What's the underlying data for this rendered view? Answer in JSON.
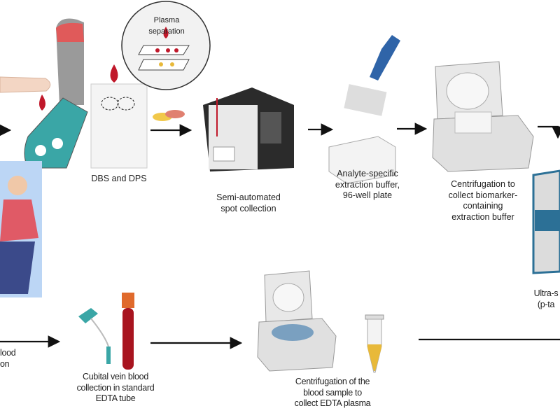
{
  "top_row": {
    "plasma_separation": "Plasma separation",
    "dbs_dps": "DBS and DPS",
    "spot_collection": "Semi-automated\nspot collection",
    "extraction_buffer": "Analyte-specific\nextraction buffer,\n96-well plate",
    "centrifugation": "Centrifugation to\ncollect biomarker-\ncontaining\nextraction buffer"
  },
  "bottom_row": {
    "venous_partial": "lood\non",
    "cubital": "Cubital vein blood\ncollection in standard\nEDTA tube",
    "centrifugation_plasma": "Centrifugation of the\nblood sample to\ncollect EDTA plasma"
  },
  "right_partial": {
    "assay": "Ultra-s\n(p-ta"
  },
  "colors": {
    "blood": "#c0182a",
    "teal": "#3aa6a6",
    "pipette_blue": "#2f64a8",
    "analyzer_blue": "#2c7096",
    "plasma_yellow": "#e8b93a",
    "tube_cap_orange": "#e06a2c"
  }
}
